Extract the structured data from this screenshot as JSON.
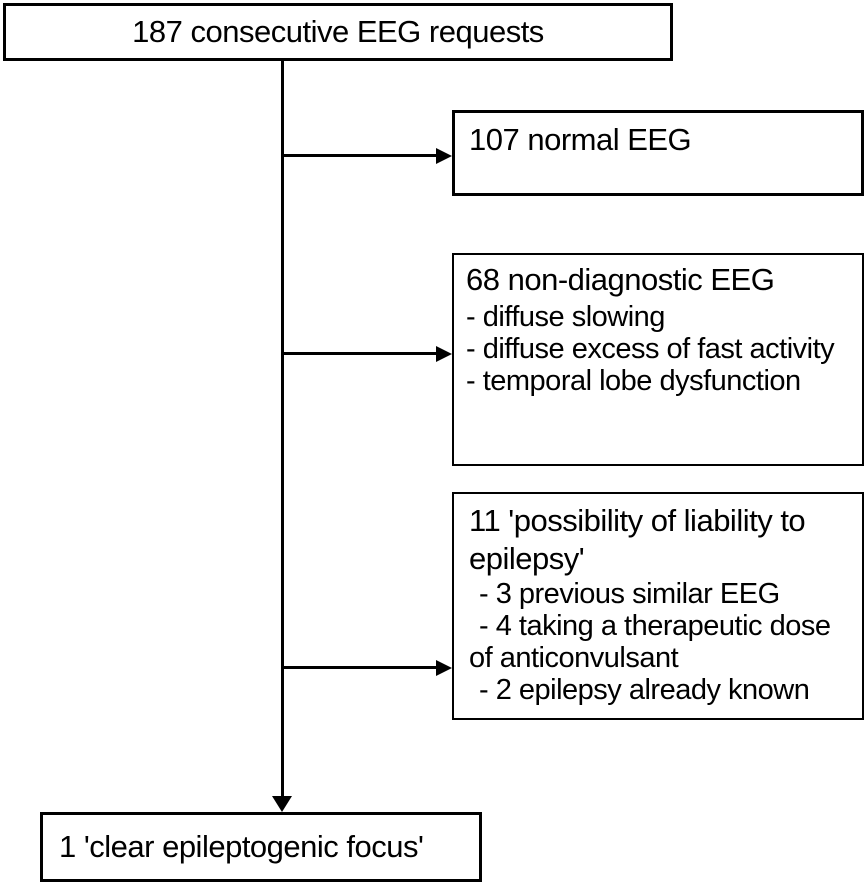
{
  "figure": {
    "type": "flowchart",
    "background_color": "#ffffff",
    "line_color": "#000000",
    "source": {
      "label": "187 consecutive EEG requests",
      "count": 187
    },
    "branches": [
      {
        "count": 107,
        "lines": [
          "107 normal EEG"
        ]
      },
      {
        "count": 68,
        "lines": [
          "68 non-diagnostic EEG",
          "- diffuse slowing",
          "- diffuse excess of fast activity",
          "- temporal lobe dysfunction"
        ]
      },
      {
        "count": 11,
        "lines": [
          "11 'possibility of liability to",
          "epilepsy'",
          "- 3 previous similar EEG",
          "- 4 taking a therapeutic dose",
          "of anticonvulsant",
          "- 2 epilepsy already known"
        ]
      }
    ],
    "outcome": {
      "label": "1 'clear epileptogenic focus'",
      "count": 1
    }
  }
}
